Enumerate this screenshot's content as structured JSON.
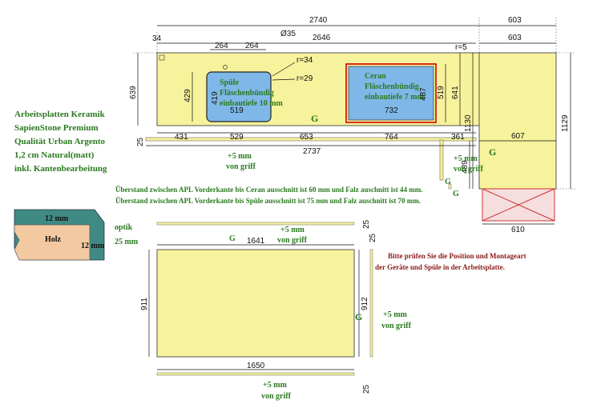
{
  "info": {
    "lines": [
      "Arbeitsplatten Keramik",
      "SapienStone Premium",
      "Qualität Urban Argento",
      "1,2 cm Natural(matt)",
      "inkl. Kantenbearbeitung"
    ]
  },
  "legend": {
    "top": "12 mm",
    "side": "12 mm",
    "wood": "Holz",
    "optik": "optik",
    "optik_mm": "25 mm"
  },
  "notes": {
    "ceran": "Überstand zwischen APL Vorderkante bis Ceran ausschnitt ist 60 mm und Falz auschnitt ist 44 mm.",
    "spuele": "Überstand zwischen APL Vorderkante bis Spüle ausschnitt ist 75 mm und Falz auschnitt ist 70 mm.",
    "check1": "Bitte prüfen Sie die Position und Montageart",
    "check2": "der Geräte und Spüle in der Arbeitsplatte."
  },
  "top": {
    "d2740": "2740",
    "d603a": "603",
    "d603b": "603",
    "d34": "34",
    "d35": "Ø35",
    "d264a": "264",
    "d264b": "264",
    "d2646": "2646",
    "r5": "r=5",
    "r34": "r=34",
    "r29": "r=29",
    "d639": "639",
    "d429": "429",
    "d419": "419",
    "d519v": "519",
    "d487": "487",
    "d641": "641",
    "d1130": "1130",
    "d1129": "1129",
    "d489": "489",
    "d25": "25",
    "d431": "431",
    "d529": "529",
    "d653": "653",
    "d764": "764",
    "d361": "361",
    "d607": "607",
    "d519h": "519",
    "d732": "732",
    "d2737": "2737",
    "d610": "610",
    "g": "G",
    "sink": [
      "Spüle",
      "Fläschenbündig",
      "einbautiefe 10 mm"
    ],
    "ceran": [
      "Ceran",
      "Fläschenbündig",
      "einbautiefe 7 mm"
    ],
    "plus5": "+5 mm",
    "vongriff": "von griff"
  },
  "bottom": {
    "d1641": "1641",
    "d1650": "1650",
    "d911": "911",
    "d912": "912",
    "d25a": "25",
    "d25b": "25",
    "d25c": "25",
    "g": "G",
    "plus5": "+5 mm",
    "vongriff": "von griff"
  }
}
